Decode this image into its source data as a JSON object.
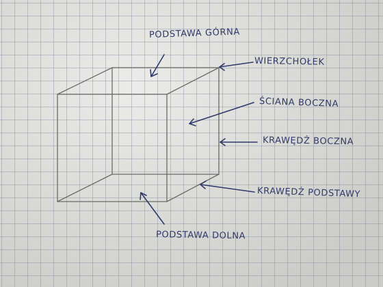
{
  "labels": {
    "top_base": "PODSTAWA GÓRNA",
    "vertex": "WIERZCHOŁEK",
    "side_face": "ŚCIANA BOCZNA",
    "side_edge": "KRAWĘDŹ BOCZNA",
    "base_edge": "KRAWĘDŹ PODSTAWY",
    "bottom_base": "PODSTAWA DOLNA"
  },
  "colors": {
    "paper": "#dcdcd8",
    "grid": "#7882969a",
    "pencil": "#6a6a66",
    "ink": "#2f3a6a"
  }
}
